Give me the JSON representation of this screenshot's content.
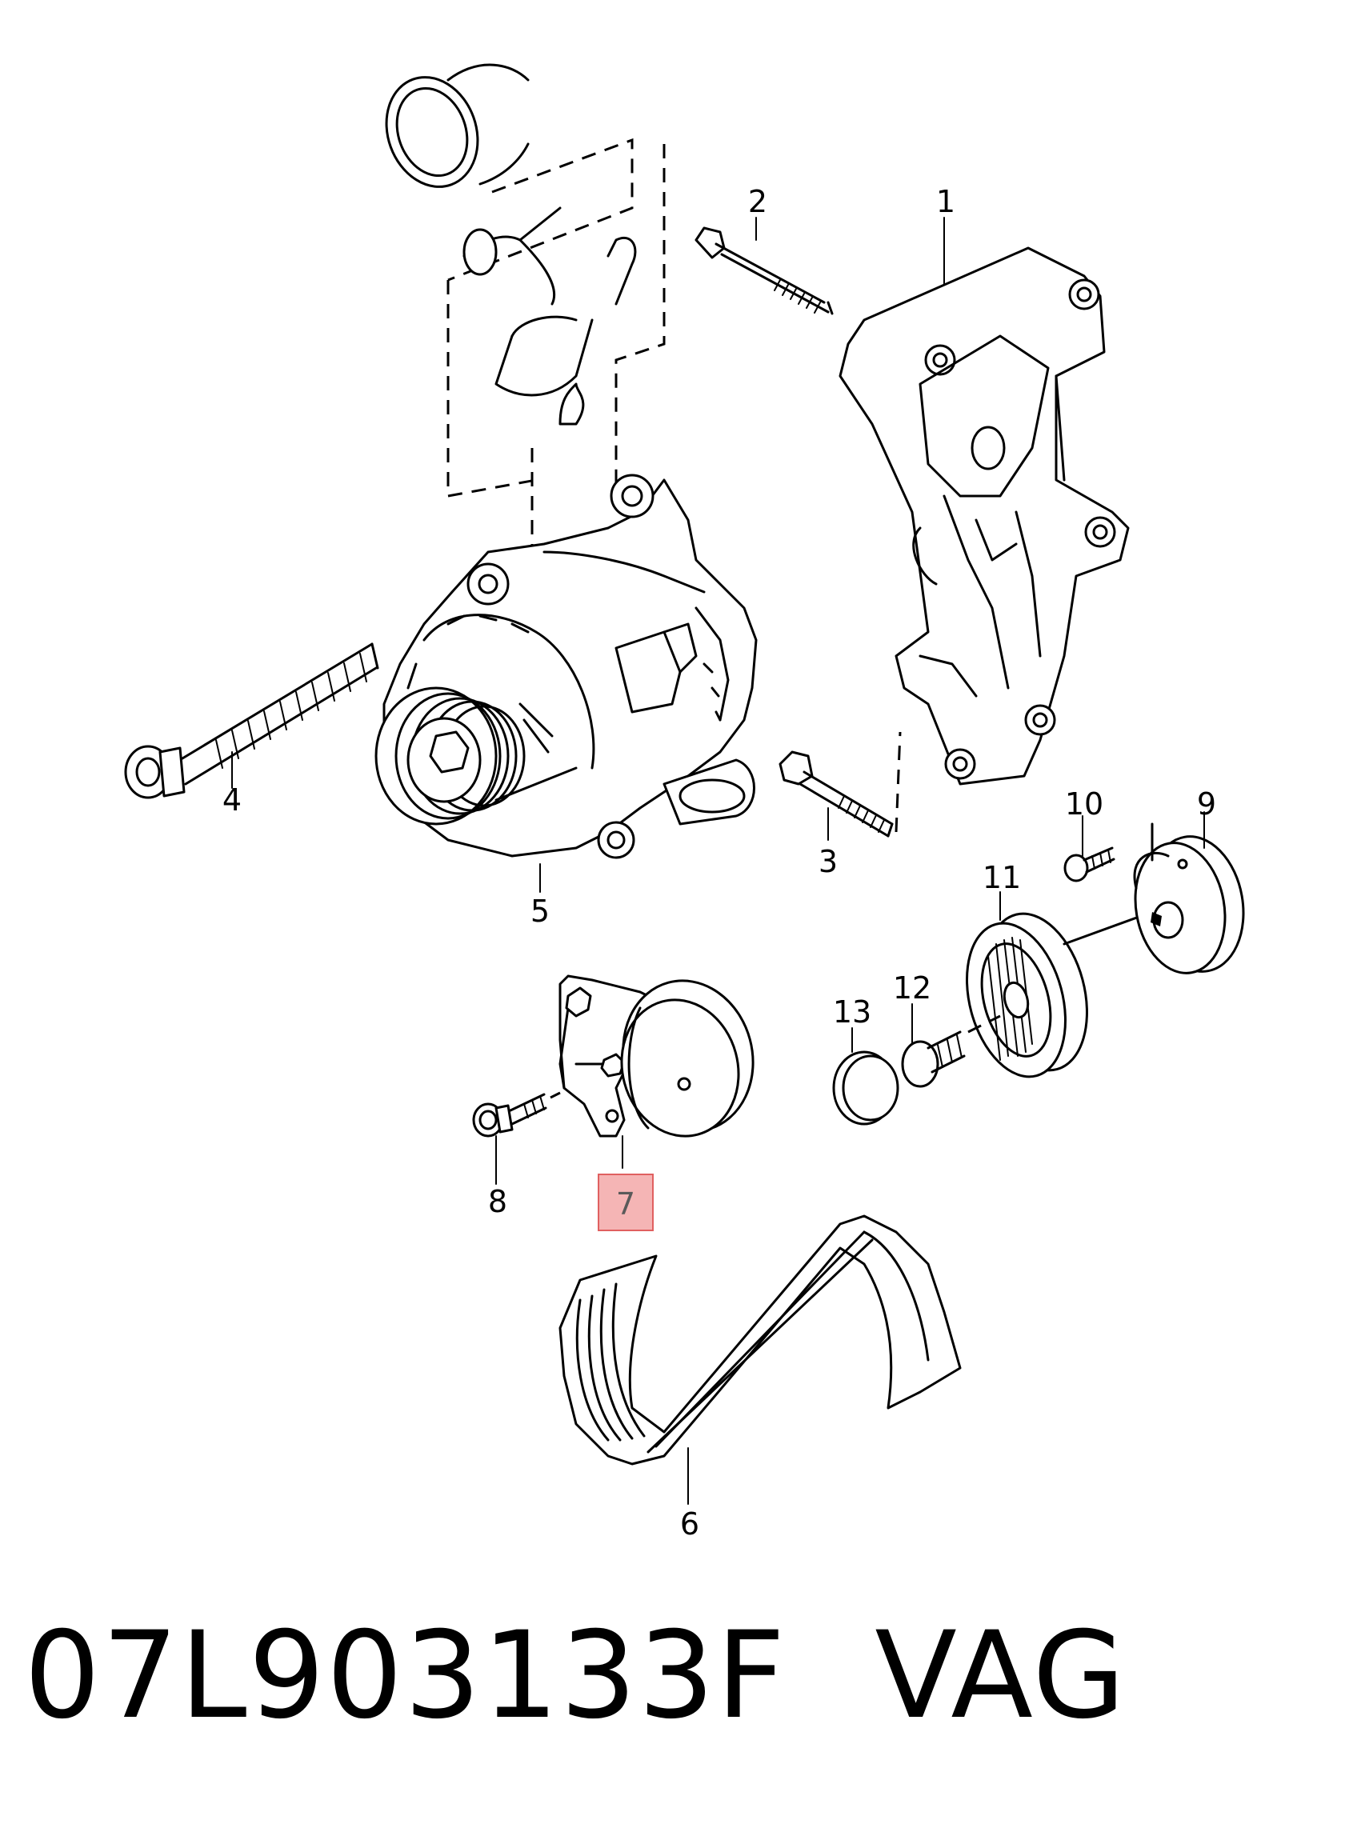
{
  "callouts": {
    "c1": "1",
    "c2": "2",
    "c3": "3",
    "c4": "4",
    "c5": "5",
    "c6": "6",
    "c7": "7",
    "c8": "8",
    "c9": "9",
    "c10": "10",
    "c11": "11",
    "c12": "12",
    "c13": "13"
  },
  "highlighted_callout": "7",
  "highlight_color": "#f5b5b5",
  "caption": {
    "part_number": "07L903133F",
    "brand": "VAG"
  }
}
